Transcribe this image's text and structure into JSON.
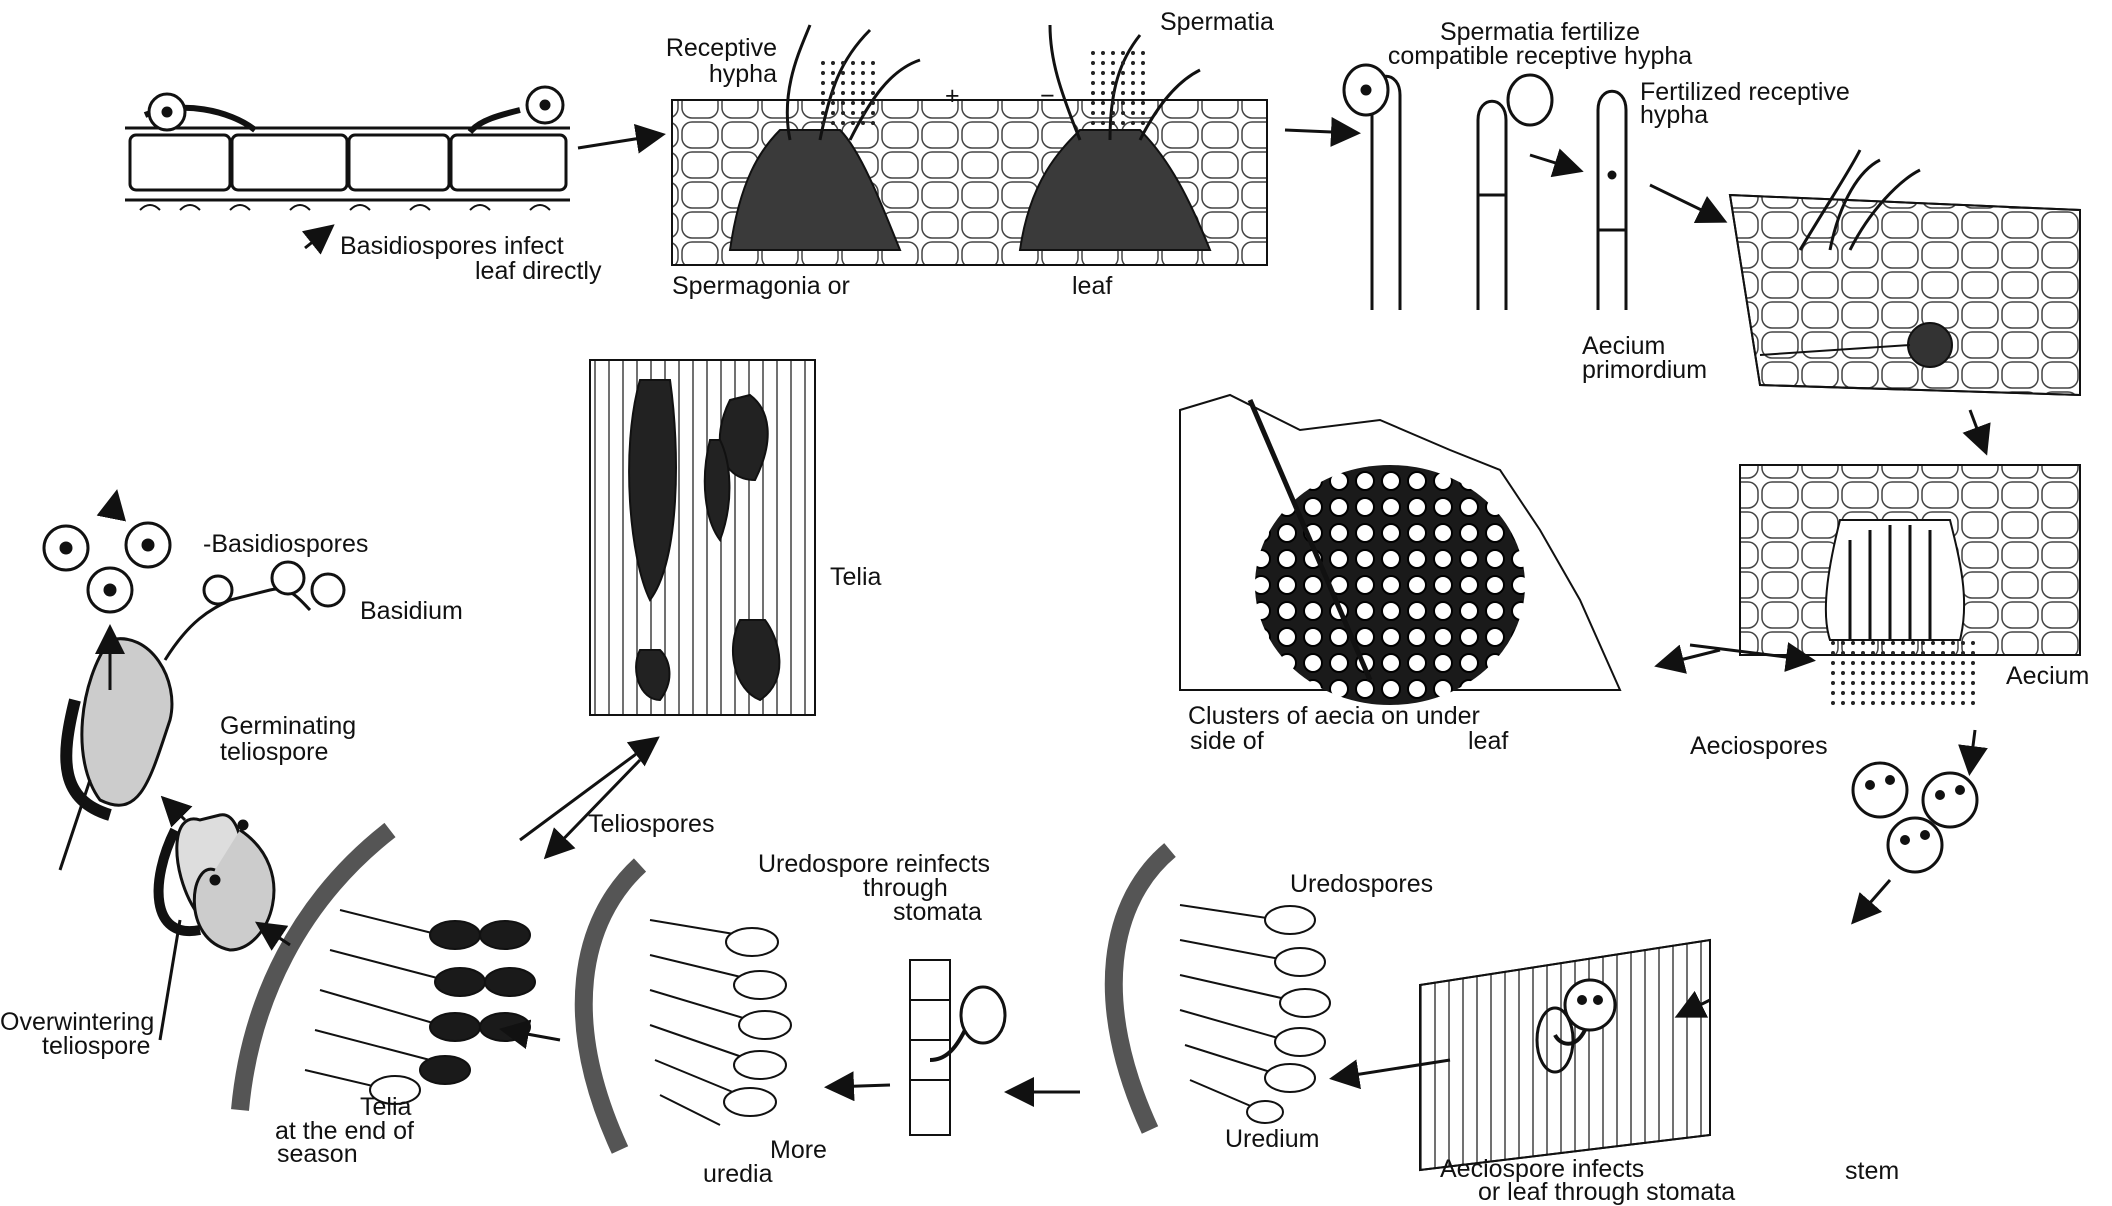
{
  "labels": {
    "basidiospores_infect_1": "Basidiospores infect",
    "basidiospores_infect_2": "leaf directly",
    "receptive_hypha_1": "Receptive",
    "receptive_hypha_2": "hypha",
    "spermatia": "Spermatia",
    "plus_sign": "+",
    "minus_sign": "−",
    "spermagonia": "Spermagonia or",
    "spermagonia_leaf": "leaf",
    "spermatia_fertilize_1": "Spermatia  fertilize",
    "spermatia_fertilize_2": "compatible receptive hypha",
    "fertilized_receptive_1": "Fertilized receptive",
    "fertilized_receptive_2": "hypha",
    "aecium_primordium_1": "Aecium",
    "aecium_primordium_2": "primordium",
    "clusters_aecia_1": "Clusters  of  aecia  on  under",
    "clusters_aecia_2": "side  of",
    "clusters_aecia_3": "leaf",
    "aecium": "Aecium",
    "aeciospores": "Aeciospores",
    "aeciospore_infects_1": "Aeciospore  infects",
    "aeciospore_infects_stem": "stem",
    "aeciospore_infects_2": "or  leaf  through  stomata",
    "uredospores": "Uredospores",
    "uredium": "Uredium",
    "uredospore_reinfects_1": "Uredospore  reinfects",
    "uredospore_reinfects_2": "through",
    "uredospore_reinfects_3": "stomata",
    "more_uredia_1": "More",
    "more_uredia_2": "uredia",
    "teliospores": "Teliospores",
    "telia": "Telia",
    "telia_end_1": "Telia",
    "telia_end_2": "at the  end  of",
    "telia_end_3": "season",
    "overwintering_1": "Overwintering",
    "overwintering_2": "teliospore",
    "germinating_1": "Germinating",
    "germinating_2": "teliospore",
    "basidium": "Basidium",
    "basidiospores": "-Basidiospores"
  }
}
